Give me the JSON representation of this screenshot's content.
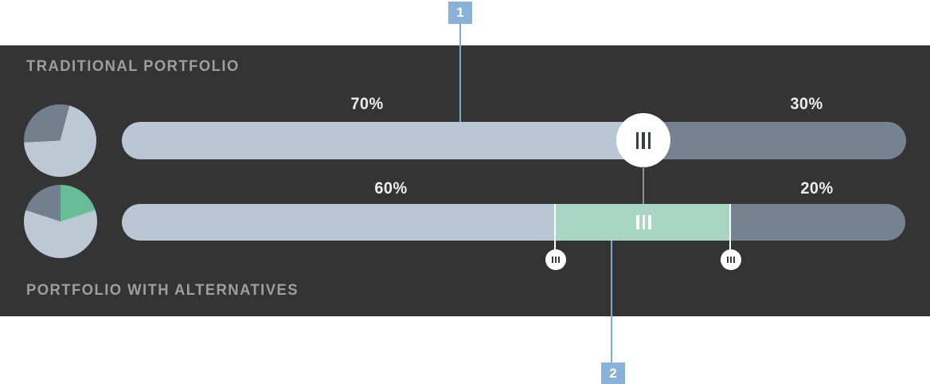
{
  "traditional": {
    "title": "TRADITIONAL PORTFOLIO",
    "left_label": "70%",
    "right_label": "30%"
  },
  "alternatives": {
    "title": "PORTFOLIO WITH ALTERNATIVES",
    "left_label": "60%",
    "right_label": "20%"
  },
  "annotations": {
    "marker1": "1",
    "marker2": "2"
  },
  "colors": {
    "panel_background": "#343434",
    "segment_light": "#b9c7d4",
    "segment_dark": "#75828f",
    "segment_green": "#a9d6c4",
    "pie_light": "#bcc9d5",
    "pie_dark": "#72808d",
    "pie_green": "#68bd99",
    "marker_blue": "#8ab1d9",
    "marker_line_blue": "#7ea9d4",
    "percent_text": "#ececec",
    "title_text": "#9e9e9e",
    "handle_white": "#ffffff"
  },
  "chart_data": {
    "type": "bar",
    "orientation": "horizontal-stacked",
    "rows": [
      {
        "name": "TRADITIONAL PORTFOLIO",
        "segments": [
          {
            "value": 70,
            "label": "70%",
            "color": "#b9c7d4"
          },
          {
            "value": 30,
            "label": "30%",
            "color": "#75828f"
          }
        ]
      },
      {
        "name": "PORTFOLIO WITH ALTERNATIVES",
        "segments": [
          {
            "value": 60,
            "label": "60%",
            "color": "#b9c7d4"
          },
          {
            "value": 20,
            "label": "",
            "color": "#a9d6c4"
          },
          {
            "value": 20,
            "label": "20%",
            "color": "#75828f"
          }
        ]
      }
    ],
    "legend_position": "none",
    "grid": false
  }
}
